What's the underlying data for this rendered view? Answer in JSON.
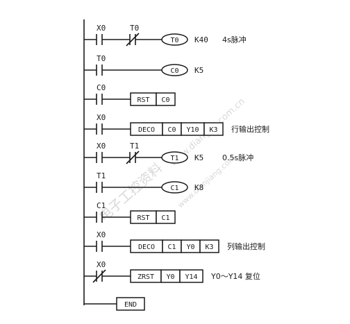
{
  "rungs": [
    {
      "contacts": [
        {
          "label": "X0",
          "type": "no"
        },
        {
          "label": "T0",
          "type": "nc"
        }
      ],
      "output": {
        "kind": "coil",
        "text": "T0"
      },
      "suffix": "K40",
      "comment": "4s脉冲"
    },
    {
      "contacts": [
        {
          "label": "T0",
          "type": "no"
        }
      ],
      "output": {
        "kind": "coil",
        "text": "C0"
      },
      "suffix": "K5",
      "comment": ""
    },
    {
      "contacts": [
        {
          "label": "C0",
          "type": "no"
        }
      ],
      "output": {
        "kind": "box",
        "cells": [
          "RST",
          "C0"
        ]
      },
      "suffix": "",
      "comment": ""
    },
    {
      "contacts": [
        {
          "label": "X0",
          "type": "no"
        }
      ],
      "output": {
        "kind": "box",
        "cells": [
          "DECO",
          "C0",
          "Y10",
          "K3"
        ]
      },
      "suffix": "",
      "comment": "行输出控制"
    },
    {
      "contacts": [
        {
          "label": "X0",
          "type": "no"
        },
        {
          "label": "T1",
          "type": "nc"
        }
      ],
      "output": {
        "kind": "coil",
        "text": "T1"
      },
      "suffix": "K5",
      "comment": "0.5s脉冲"
    },
    {
      "contacts": [
        {
          "label": "T1",
          "type": "no"
        }
      ],
      "output": {
        "kind": "coil",
        "text": "C1"
      },
      "suffix": "K8",
      "comment": ""
    },
    {
      "contacts": [
        {
          "label": "C1",
          "type": "no"
        }
      ],
      "output": {
        "kind": "box",
        "cells": [
          "RST",
          "C1"
        ]
      },
      "suffix": "",
      "comment": ""
    },
    {
      "contacts": [
        {
          "label": "X0",
          "type": "no"
        }
      ],
      "output": {
        "kind": "box",
        "cells": [
          "DECO",
          "C1",
          "Y0",
          "K3"
        ]
      },
      "suffix": "",
      "comment": "列输出控制"
    },
    {
      "contacts": [
        {
          "label": "X0",
          "type": "nc"
        }
      ],
      "output": {
        "kind": "box",
        "cells": [
          "ZRST",
          "Y0",
          "Y14"
        ]
      },
      "suffix": "",
      "comment": "Y0～Y14 复位"
    }
  ],
  "end": {
    "text": "END"
  },
  "watermarks": [
    "电子工控资料",
    "www.diangon.com.cn",
    "www.dianjiang.com"
  ]
}
